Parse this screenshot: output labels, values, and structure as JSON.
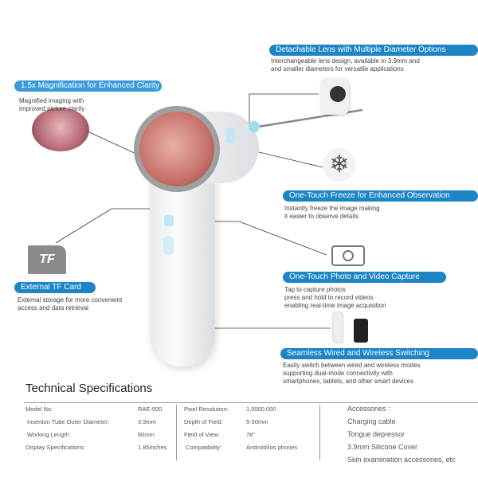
{
  "features": [
    {
      "title": "1.5x Magnification for Enhanced Clarity",
      "desc": [
        "Magnified imaging with",
        "improved picture clarity"
      ]
    },
    {
      "title": "Detachable Lens with Multiple Diameter Options",
      "desc": [
        "Interchangeable lens design, available in 3.9mm and",
        "and smaller diameters for versatile applications"
      ]
    },
    {
      "title": "One-Touch Freeze for Enhanced Observation",
      "desc": [
        "Instantly freeze the image making",
        "it easier to observe details"
      ]
    },
    {
      "title": "One-Touch Photo and Video Capture",
      "desc": [
        "Tap to capture photos",
        "press and hold to record videos",
        "enabling real-time image acquisition"
      ]
    },
    {
      "title": "External TF Card",
      "desc": [
        "External storage for more convenient",
        "access and data retrieval"
      ]
    },
    {
      "title": "Seamless Wired and Wireless Switching",
      "desc": [
        "Easily switch between wired and wireless modes",
        "supporting dual-mode connectivity with",
        "smartphones, tablets, and other smart devices"
      ]
    }
  ],
  "tf_card_label": "TF",
  "specs": {
    "heading": "Technical Specifications",
    "col1": [
      [
        "Model No:",
        "RAE-500"
      ],
      [
        "Insertion Tube Outer Diameter:",
        "3.9mm"
      ],
      [
        "Working Length:",
        "60mm"
      ],
      [
        "Display Specifications:",
        "1.85inches"
      ]
    ],
    "col2": [
      [
        "Pixel Resolution:",
        "1,0000,000"
      ],
      [
        "Depth of Field:",
        "5-50mm"
      ],
      [
        "Field of View:",
        "78°"
      ],
      [
        "Compatibility:",
        "Android/ios phones"
      ]
    ],
    "accessories": [
      "Accessories :",
      "Charging cable",
      "Tongue depressor",
      "3.9mm Silicone Cover",
      "Skin examination accessories, etc"
    ]
  },
  "colors": {
    "badge": "#1d84c6",
    "badge_light": "#3a9ad9"
  }
}
